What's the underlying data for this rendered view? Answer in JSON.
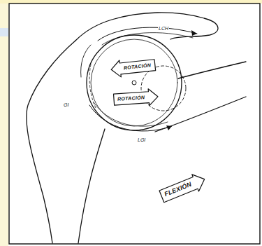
{
  "diagram": {
    "nodes": [
      {
        "text": [
          "ROTACIÓN"
        ]
      },
      {
        "text": [
          "ROTACIÓN"
        ]
      },
      {
        "text": [
          "FLEXIÓN"
        ]
      }
    ],
    "labels": [
      "LCH",
      "GI",
      "LGI"
    ]
  }
}
